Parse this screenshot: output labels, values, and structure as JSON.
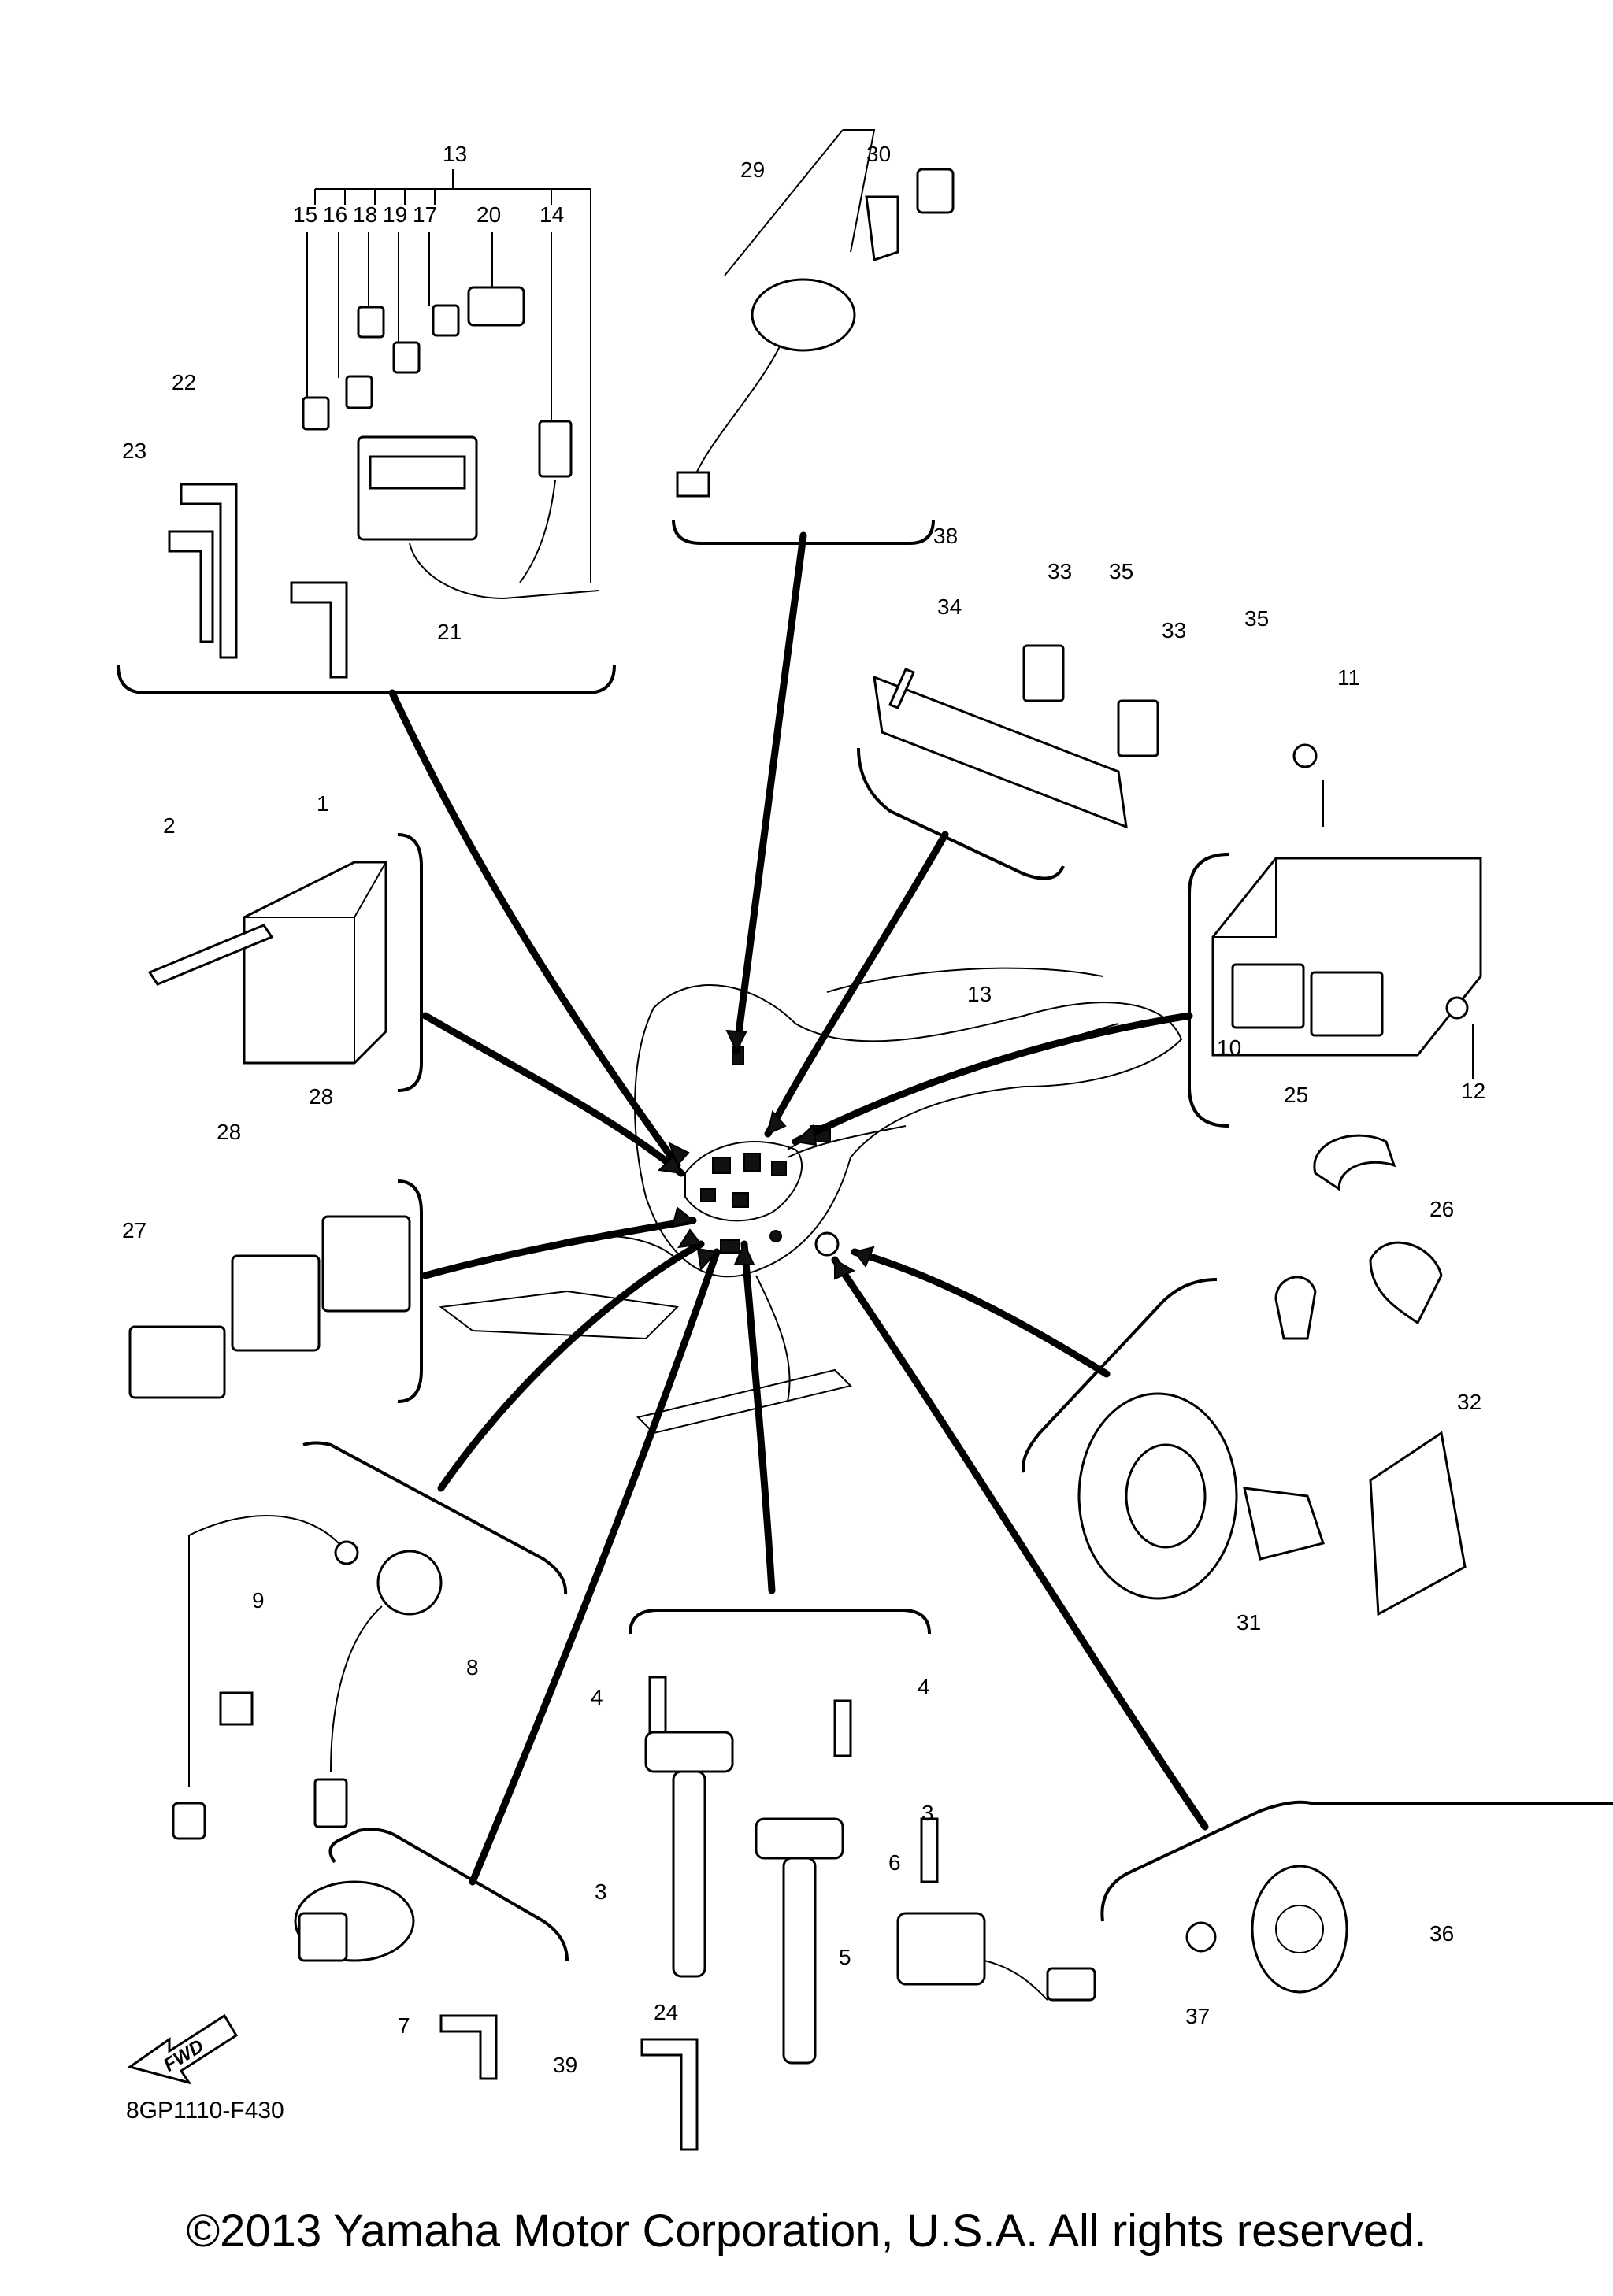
{
  "callouts": {
    "c1": "1",
    "c2": "2",
    "c3a": "3",
    "c3b": "3",
    "c4a": "4",
    "c4b": "4",
    "c5": "5",
    "c6": "6",
    "c7": "7",
    "c8": "8",
    "c9": "9",
    "c10": "10",
    "c11": "11",
    "c12": "12",
    "c13": "13",
    "c13b": "13",
    "c14": "14",
    "c15": "15",
    "c16": "16",
    "c17": "17",
    "c18": "18",
    "c19": "19",
    "c20": "20",
    "c21": "21",
    "c22": "22",
    "c23": "23",
    "c24": "24",
    "c25": "25",
    "c26": "26",
    "c27": "27",
    "c28a": "28",
    "c28b": "28",
    "c29": "29",
    "c30": "30",
    "c31": "31",
    "c32": "32",
    "c33a": "33",
    "c33b": "33",
    "c34": "34",
    "c35a": "35",
    "c35b": "35",
    "c36": "36",
    "c37": "37",
    "c38": "38",
    "c39": "39"
  },
  "diagram_code": "8GP1110-F430",
  "fwd_label": "FWD",
  "copyright": "©2013 Yamaha Motor Corporation, U.S.A. All rights reserved."
}
